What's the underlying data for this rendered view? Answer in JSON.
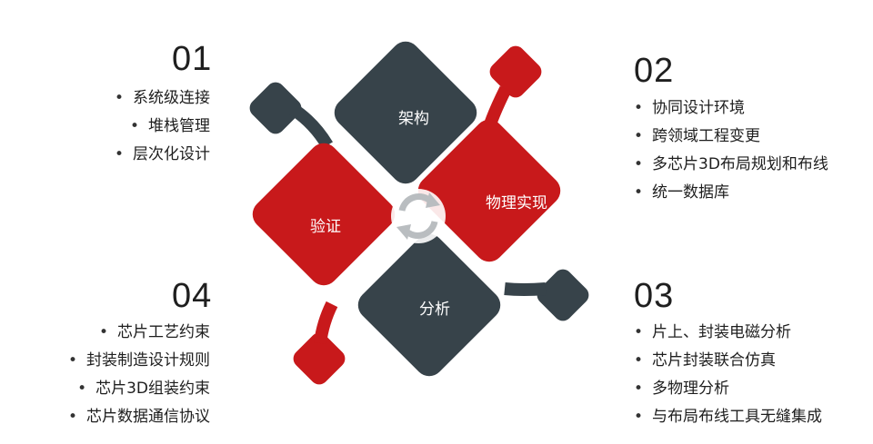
{
  "center": {
    "labels": {
      "top": "架构",
      "left": "验证",
      "right": "物理实现",
      "bottom": "分析"
    },
    "colors": {
      "red": "#c8191b",
      "dark": "#37434a"
    }
  },
  "sections": {
    "s01": {
      "number": "01",
      "items": [
        "系统级连接",
        "堆栈管理",
        "层次化设计"
      ]
    },
    "s02": {
      "number": "02",
      "items": [
        "协同设计环境",
        "跨领域工程变更",
        "多芯片3D布局规划和布线",
        "统一数据库"
      ]
    },
    "s03": {
      "number": "03",
      "items": [
        "片上、封装电磁分析",
        "芯片封装联合仿真",
        "多物理分析",
        "与布局布线工具无缝集成"
      ]
    },
    "s04": {
      "number": "04",
      "items": [
        "芯片工艺约束",
        "封装制造设计规则",
        "芯片3D组装约束",
        "芯片数据通信协议"
      ]
    }
  }
}
